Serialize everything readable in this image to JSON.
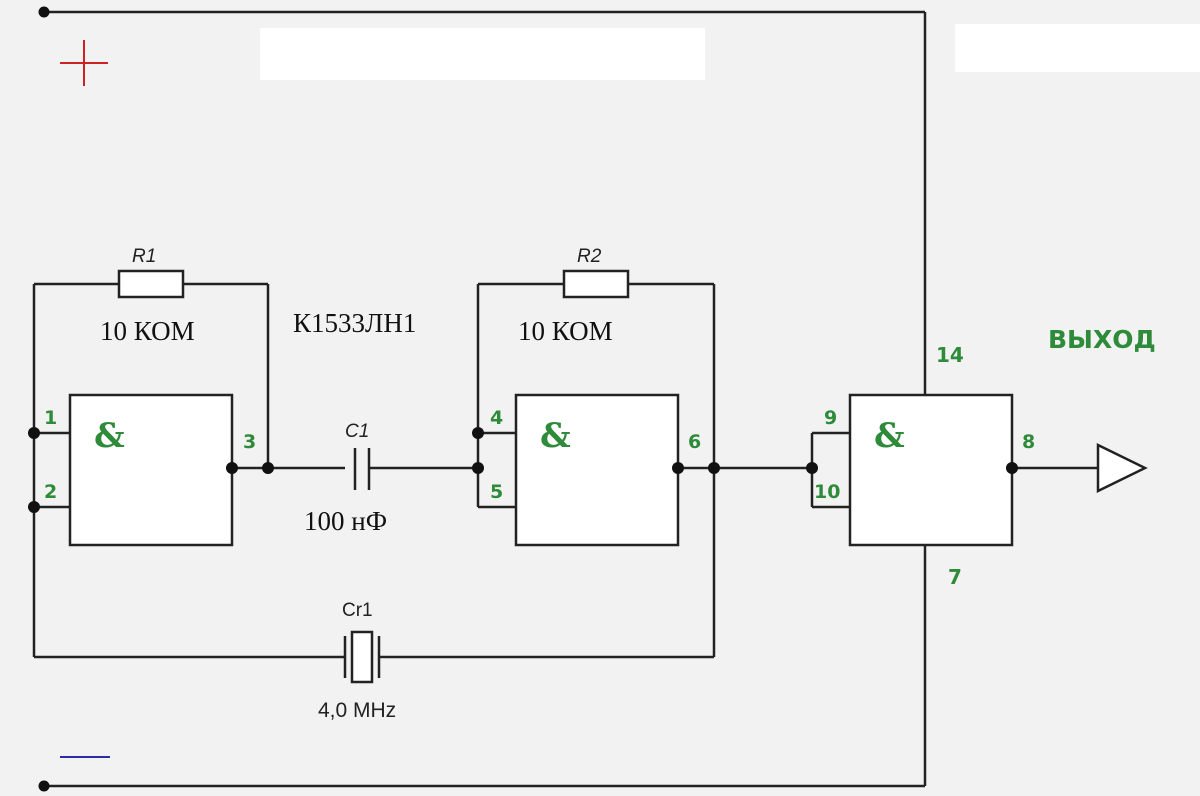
{
  "colors": {
    "wire": "#222222",
    "green_label": "#2e8b3a",
    "plus": "#cc2222",
    "minus": "#2a2aaa",
    "background": "#f2f2f2"
  },
  "power": {
    "plus_sign": "+",
    "minus_sign": "—"
  },
  "components": {
    "r1": {
      "name": "R1",
      "value": "10 КОМ"
    },
    "r2": {
      "name": "R2",
      "value": "10 КОМ"
    },
    "c1": {
      "name": "C1",
      "value": "100 нФ"
    },
    "crystal": {
      "name": "Cr1",
      "value": "4,0 MHz"
    },
    "chip": "К1533ЛН1"
  },
  "gates": [
    {
      "symbol": "&",
      "pins": [
        "1",
        "2",
        "3"
      ]
    },
    {
      "symbol": "&",
      "pins": [
        "4",
        "5",
        "6"
      ]
    },
    {
      "symbol": "&",
      "pins": [
        "9",
        "10",
        "8"
      ]
    }
  ],
  "power_pins": {
    "vcc": "14",
    "gnd": "7"
  },
  "output_label": "ВЫХОД"
}
